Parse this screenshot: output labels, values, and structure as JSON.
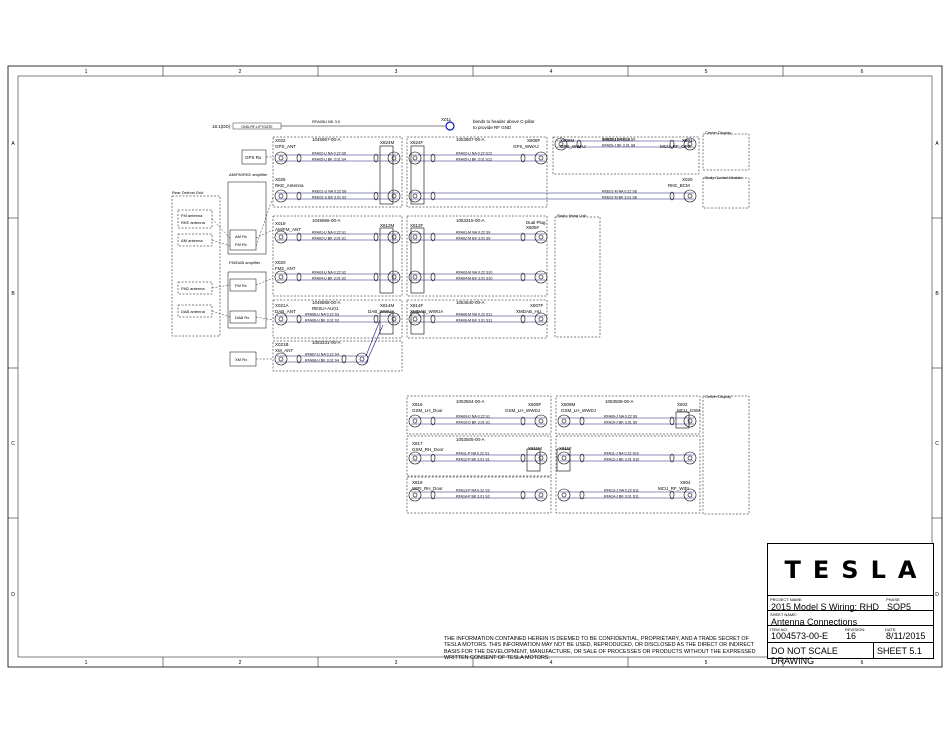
{
  "grid": {
    "columns": [
      "1",
      "2",
      "3",
      "4",
      "5",
      "6"
    ],
    "rows": [
      "A",
      "B",
      "C",
      "D"
    ]
  },
  "ground": {
    "id": "X011",
    "wire": "RFA05U BK 3.0",
    "label": "18.1(DD)",
    "tag": "GND-RF-LIFTGATE",
    "note1": "bends to header above C-pillar",
    "note2": "to provide RF GND"
  },
  "modules": {
    "gps_rx": "GPS Rx",
    "am_fm_rke": "AM/FM/RKE amplifier",
    "rear_defrost": "Rear Defrost Grid",
    "fm_antenna": "FM antenna",
    "rke_antenna": "RKE antenna",
    "am_antenna": "AM antenna",
    "am_rx": "AM Rx",
    "fm_rx": "FM Rx",
    "fm_dab": "FM/DAB amplifier",
    "fm2_antenna": "FM2 antenna",
    "fm2_rx": "FM Rx",
    "dab_antenna": "DAB antenna",
    "dab_rx": "DAB Rx",
    "xm_rx": "XM Rx",
    "center_display_top": "Center Display",
    "bcm": "Body Control Module",
    "radio_head": "Radio Head Unit",
    "center_display_bottom": "Center Display"
  },
  "connectors": {
    "x022": "X022",
    "x022n": "GPS_ANT",
    "x824m": "X824M",
    "x824f": "X824F",
    "x808f": "X808F",
    "x808fn": "GPS_WWAJ",
    "x808m": "X808M",
    "x808mn": "GPS_WWAJ",
    "x801": "X801",
    "x801n": "MCU_RF_GPS",
    "x025": "X025",
    "x025n": "RKE_Antenna",
    "x020": "X020",
    "x020n": "RKE_BCM",
    "x019": "X019",
    "x019n": "AM/FM_ANT",
    "x812m": "X812M",
    "x812f": "X812F",
    "x805f": "X805F",
    "x805fn": "Dual Plug",
    "x020b": "X020",
    "x020bn": "FM2_ANT",
    "x021a": "X021A",
    "x021an": "DAB_ANT",
    "x814m": "X814M",
    "x814mn": "DAB_WWUA",
    "x814f": "X814F",
    "x814fn": "XMDAB_WWUA",
    "x807f": "X807F",
    "x807fn": "XMDAB_HU",
    "x021b": "X021B",
    "x021bn": "XM_ANT",
    "x816": "X816",
    "x816n": "GSM_LH_Door",
    "x809f": "X809F",
    "x809fn": "GSM_LH_WWDJ",
    "x809m": "X809M",
    "x809mn": "GSM_LH_WWDJ",
    "x802": "X802",
    "x802n": "MCU_GSM",
    "x817": "X817",
    "x817n": "GSM_RH_Door",
    "x811m": "X811M",
    "x811f": "X811F",
    "x818": "X818",
    "x818n": "WIFI_RH_Door",
    "x804": "X804",
    "x804n": "MCU_RF_WIFI"
  },
  "harness": {
    "h1045967": "1045967-00-A",
    "h1053807": "1053807-00-A",
    "h1053510": "1053510-00-A",
    "h1045966": "1045966-00-A",
    "h1053315": "1053315-00-A",
    "h1046868": "1046868-00-A",
    "h1046868b": "RESU+AU01",
    "h1054640": "1054640-00-A",
    "h1053331": "1053331-00-A",
    "h1053504": "1053504-00-A",
    "h1053508": "1053508-00-A",
    "h1053505": "1053505-00-A"
  },
  "wires": {
    "w1a": "RFA02-U NA 0.22 S6",
    "w1b": "RFA05-U BK 3.01 S4",
    "w2a": "RFA02-U NA 0.22 S12",
    "w2b": "RFA05-U BK 3.01 S12",
    "w3a": "RFA02-J NA 0.22 S9",
    "w3b": "RFA05-J BK 3.01 S8",
    "w4a": "RKE01-U NA 0.22 S8",
    "w4b": "RKE02-U BK 3.01 S2",
    "w5a": "RKE01-M NA 0.22 S8",
    "w5b": "RKE02-M BK 3.01 S8",
    "w6a": "RFA01-U NA 0.22 S1",
    "w6b": "RFA02-U BK 3.01 S1",
    "w7a": "RFA01-M NA 0.22 S9",
    "w7b": "RFA02-M BK 3.01 S9",
    "w8a": "RFA03-U NA 0.22 S2",
    "w8b": "RFA04-U BK 3.01 S2",
    "w9a": "RFA03-M NA 0.22 S10",
    "w9b": "RFA04-M BK 3.01 S10",
    "w10a": "RFA06-U NA 0.22 S3",
    "w10b": "RFA06-U BK 3.01 S3",
    "w11a": "RFA06-M NA 0.22 S11",
    "w11b": "RFA06-M BK 3.01 S11",
    "w12a": "RFA07-U NA 0.22 S4",
    "w12b": "RFA08-U BK 3.01 S4",
    "w13a": "RFA09-D NA 0.22 S1",
    "w13b": "RFA10-D BK 3.01 S1",
    "w14a": "RFA09-J NA 0.22 S9",
    "w14b": "RFA10-J BK 3.01 S9",
    "w15a": "RFA11-P NA 0.22 S1",
    "w15b": "RFA12-P BK 3.01 S1",
    "w16a": "RFA11-J NA 0.22 S10",
    "w16b": "RFA12-J BK 3.01 S10",
    "w17a": "RFA13-P NA 0.22 S2",
    "w17b": "RFA14-P BK 3.01 S2",
    "w18a": "RFA13-J NA 0.22 S11",
    "w18b": "RFA14-J BK 3.01 S11"
  },
  "pins": {
    "p1": "1",
    "p2": "2",
    "r1": "R1",
    "r2": "R2",
    "r3": "R3"
  },
  "title_block": {
    "logo": "TESLA",
    "project_label": "PROJECT NAME:",
    "project": "2015 Model S Wiring: RHD",
    "phase_label": "PHASE:",
    "phase": "SOP5",
    "sheet_name_label": "SHEET NAME:",
    "sheet_name": "Antenna Connections",
    "item_label": "ITEM NO:",
    "item": "1004573-00-E",
    "revision_label": "REVISION:",
    "revision": "16",
    "date_label": "DATE:",
    "date": "8/11/2015",
    "dnsd": "DO NOT SCALE DRAWING",
    "sheet": "SHEET 5.1"
  },
  "notice": "THE INFORMATION CONTAINED HEREIN IS DEEMED TO BE CONFIDENTIAL, PROPRIETARY, AND A TRADE SECRET OF TESLA MOTORS. THIS INFORMATION MAY NOT BE USED, REPRODUCED, OR DISCLOSED AS THE DIRECT OR INDIRECT BASIS FOR THE DEVELOPMENT, MANUFACTURE, OR SALE OF PROCESSES OR PRODUCTS WITHOUT THE EXPRESSED WRITTEN CONSENT OF TESLA MOTORS.",
  "colors": {
    "wire": "#1a1a7a",
    "ground": "#1010c0"
  }
}
